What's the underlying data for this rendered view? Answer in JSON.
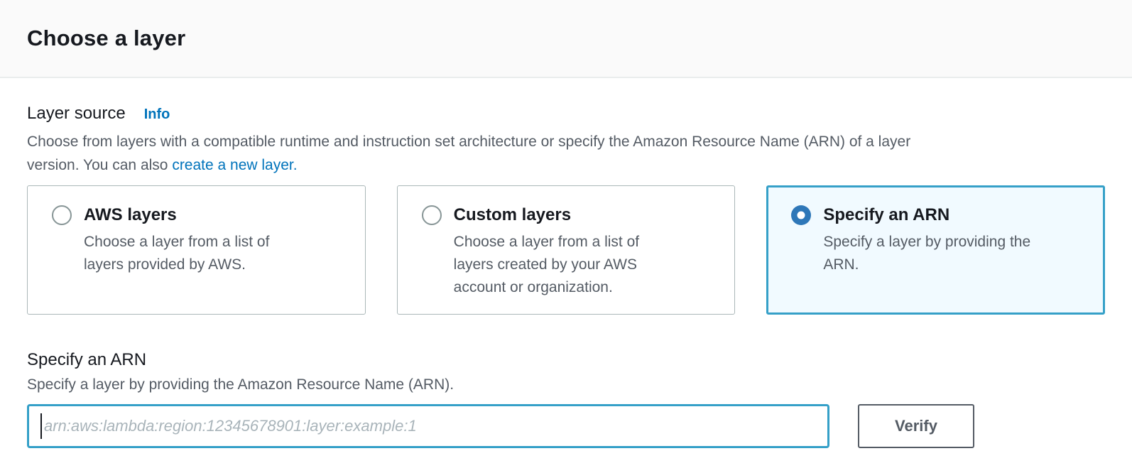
{
  "header": {
    "title": "Choose a layer"
  },
  "layer_source": {
    "label": "Layer source",
    "info_link_label": "Info",
    "description_line1": "Choose from layers with a compatible runtime and instruction set architecture or specify the Amazon Resource Name (ARN) of a layer",
    "description_line2": "version. You can also ",
    "create_layer_link_label": "create a new layer.",
    "options": [
      {
        "title": "AWS layers",
        "description": "Choose a layer from a list of layers provided by AWS.",
        "selected": false
      },
      {
        "title": "Custom layers",
        "description": "Choose a layer from a list of layers created by your AWS account or organization.",
        "selected": false
      },
      {
        "title": "Specify an ARN",
        "description": "Specify a layer by providing the ARN.",
        "selected": true
      }
    ]
  },
  "arn_section": {
    "title": "Specify an ARN",
    "description": "Specify a layer by providing the Amazon Resource Name (ARN).",
    "input": {
      "value": "",
      "placeholder": "arn:aws:lambda:region:12345678901:layer:example:1"
    },
    "verify_button_label": "Verify"
  },
  "colors": {
    "link": "#0073bb",
    "selected_card_border": "#35a0c8",
    "selected_card_background": "#f1faff",
    "radio_selected": "#2e77b8",
    "card_border": "#aab7b8",
    "text_primary": "#16191f",
    "text_secondary": "#545b64"
  }
}
